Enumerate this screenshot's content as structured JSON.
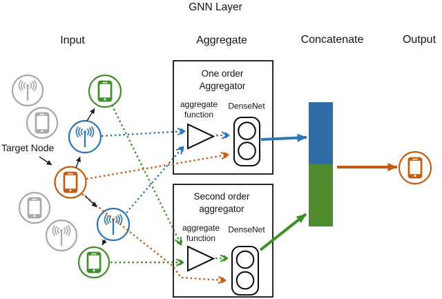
{
  "colors": {
    "blue": "#2E75B6",
    "green": "#3F8E28",
    "orange": "#C55A11",
    "gray": "#A9A9A9",
    "bar_blue": "#2E6DA6",
    "bar_green": "#4E8C2E"
  },
  "header": {
    "title": "GNN Layer",
    "columns": {
      "input": "Input",
      "aggregate": "Aggregate",
      "concatenate": "Concatenate",
      "output": "Output"
    }
  },
  "input": {
    "target_label": "Target Node",
    "nodes": [
      {
        "icon": "antenna-icon",
        "color": "gray"
      },
      {
        "icon": "smartphone-icon",
        "color": "gray"
      },
      {
        "icon": "smartphone-icon",
        "color": "green"
      },
      {
        "icon": "antenna-icon",
        "color": "blue"
      },
      {
        "icon": "smartphone-icon",
        "color": "orange",
        "label": "Target Node"
      },
      {
        "icon": "smartphone-icon",
        "color": "gray"
      },
      {
        "icon": "antenna-icon",
        "color": "gray"
      },
      {
        "icon": "antenna-icon",
        "color": "blue"
      },
      {
        "icon": "smartphone-icon",
        "color": "green"
      }
    ]
  },
  "aggregators": {
    "one": {
      "title1": "One order",
      "title2": "Aggregator",
      "fn1": "aggregate",
      "fn2": "function",
      "net": "DenseNet"
    },
    "two": {
      "title1": "Second order",
      "title2": "aggregator",
      "fn1": "aggregate",
      "fn2": "function",
      "net": "DenseNet"
    }
  },
  "concatenate": {
    "segments": [
      {
        "source": "one order aggregator",
        "color": "blue"
      },
      {
        "source": "second order aggregator",
        "color": "green"
      }
    ]
  },
  "output_node": {
    "icon": "smartphone-icon",
    "color": "orange"
  }
}
